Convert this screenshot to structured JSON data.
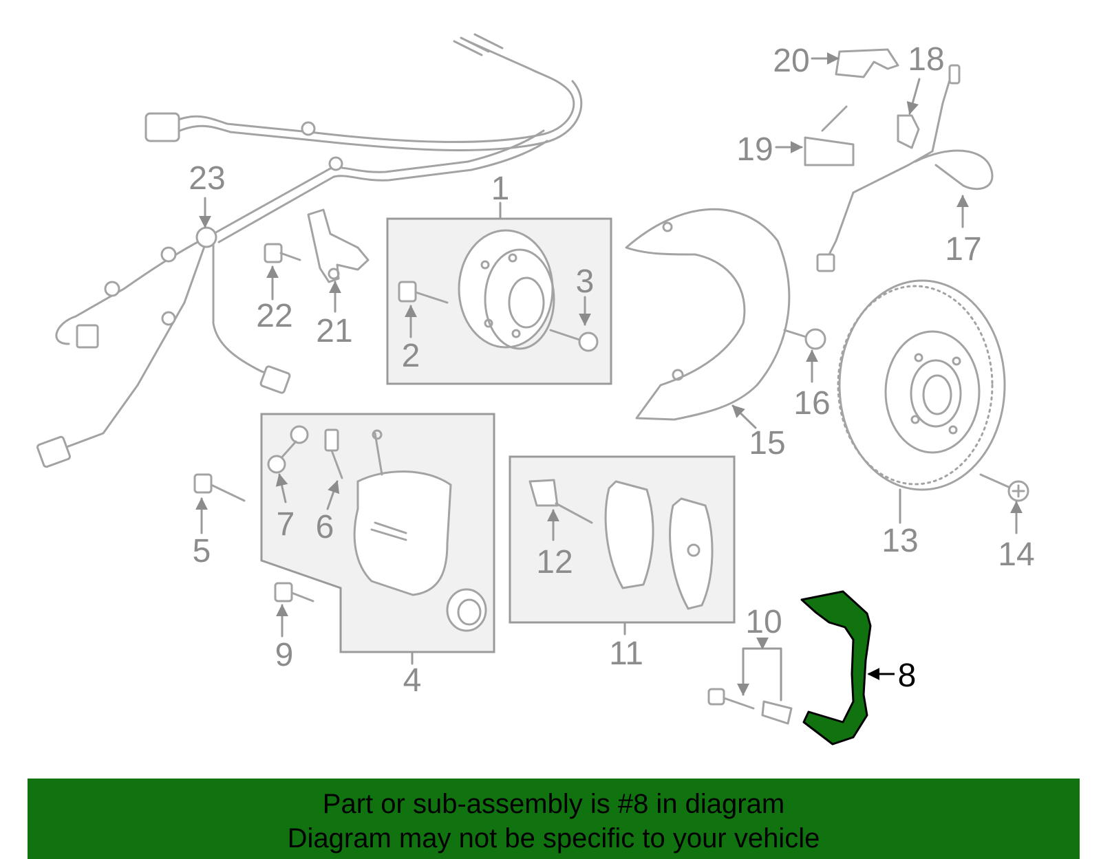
{
  "diagram": {
    "callouts": [
      "1",
      "2",
      "3",
      "4",
      "5",
      "6",
      "7",
      "8",
      "9",
      "10",
      "11",
      "12",
      "13",
      "14",
      "15",
      "16",
      "17",
      "18",
      "19",
      "20",
      "21",
      "22",
      "23"
    ],
    "highlighted_part": "8",
    "highlight_color": "#107310"
  },
  "banner": {
    "line1": "Part or sub-assembly is #8 in diagram",
    "line2": "Diagram may not be specific to your vehicle",
    "background": "#107310"
  }
}
